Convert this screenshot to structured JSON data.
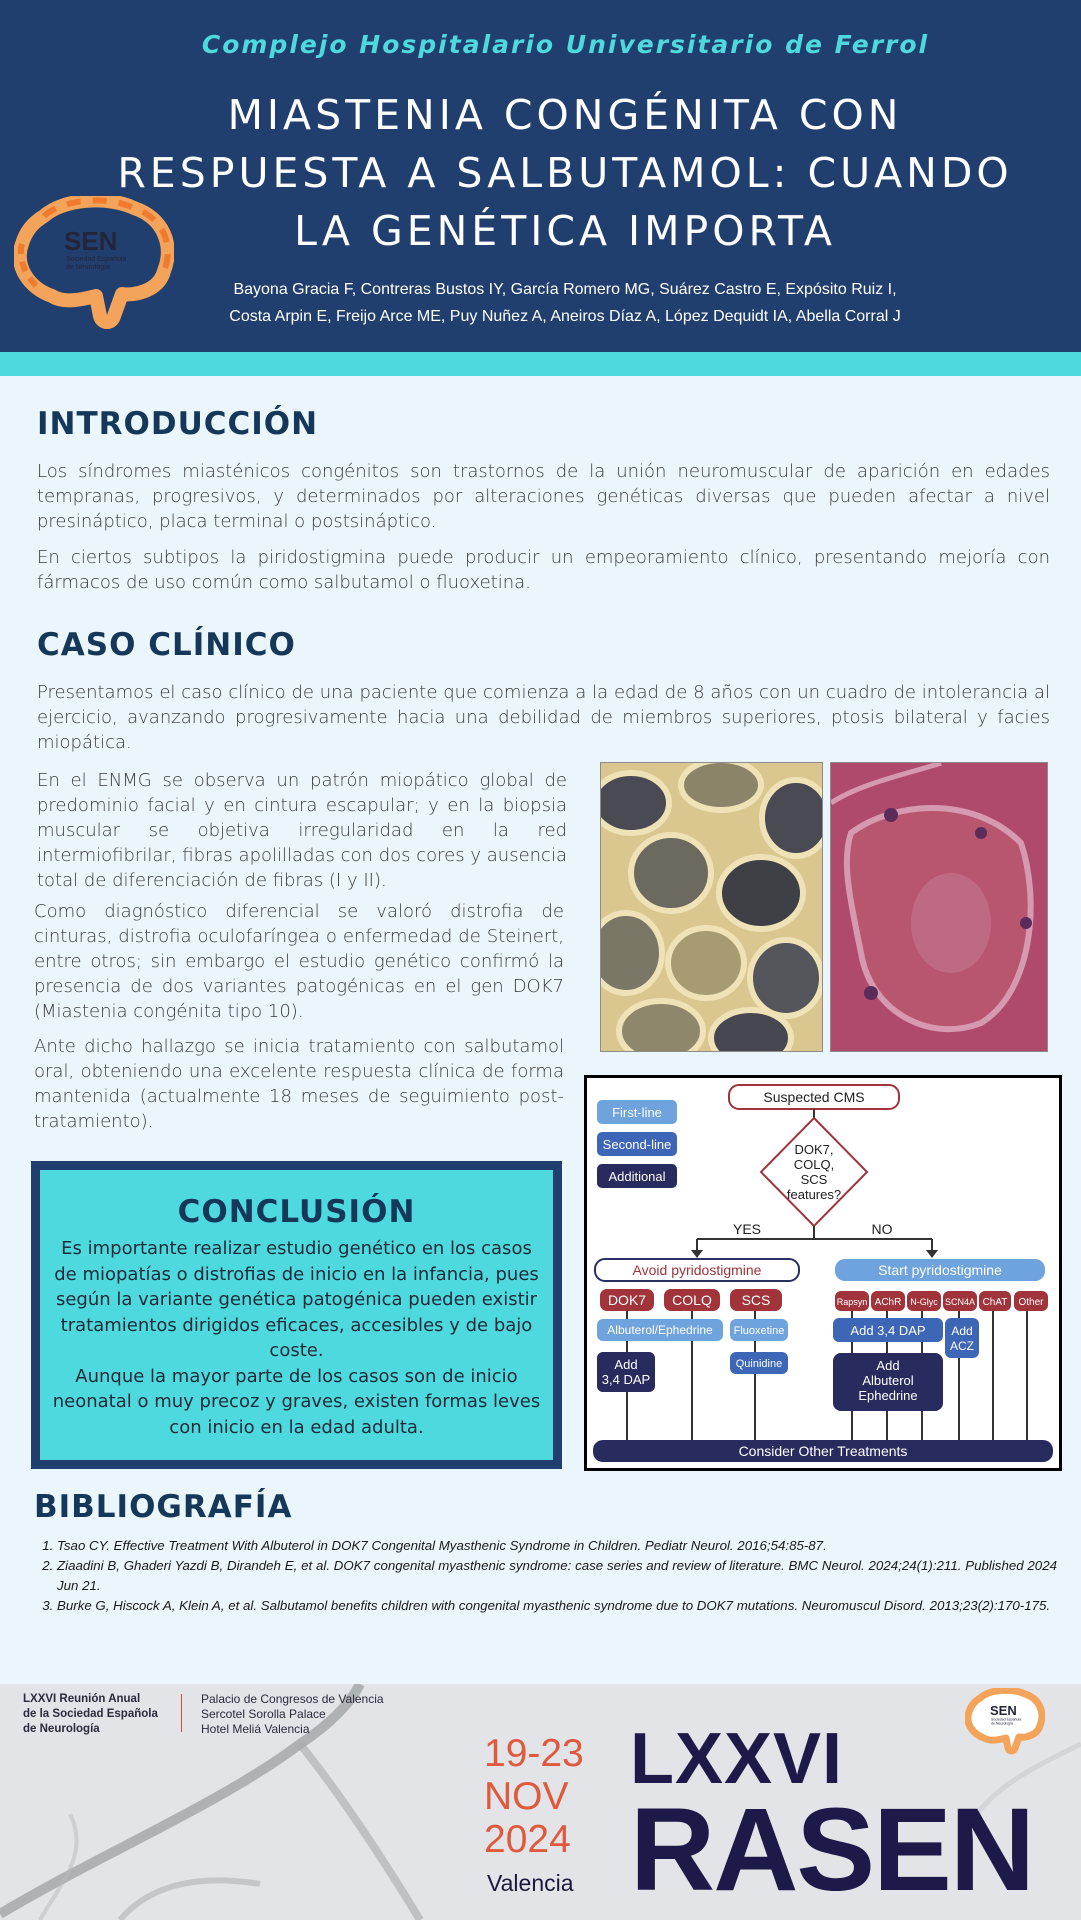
{
  "header": {
    "hospital": "Complejo Hospitalario Universitario de Ferrol",
    "title": "MIASTENIA CONGÉNITA CON RESPUESTA A SALBUTAMOL: CUANDO LA GENÉTICA IMPORTA",
    "authors_line1": "Bayona Gracia F, Contreras Bustos IY, García Romero MG, Suárez Castro E, Expósito Ruiz I,",
    "authors_line2": "Costa Arpin E, Freijo Arce ME, Puy Nuñez A, Aneiros Díaz A, López Dequidt IA, Abella Corral J"
  },
  "logo": {
    "name": "SEN",
    "sub": "Sociedad Española de Neurología"
  },
  "intro": {
    "title": "INTRODUCCIÓN",
    "p1": "Los síndromes miasténicos congénitos son trastornos de la unión neuromuscular de aparición en edades tempranas, progresivos, y determinados por alteraciones genéticas diversas que pueden afectar a nivel presináptico, placa terminal o postsináptico.",
    "p2": "En ciertos subtipos la piridostigmina puede producir un empeoramiento clínico, presentando mejoría con fármacos de uso común como salbutamol o fluoxetina."
  },
  "case": {
    "title": "CASO CLÍNICO",
    "p1": "Presentamos el caso clínico de una paciente que comienza a la edad de 8 años con un cuadro de intolerancia al ejercicio, avanzando progresivamente hacia una debilidad de miembros superiores, ptosis bilateral y facies miopática.",
    "p2": "En el ENMG se observa un patrón miopático global de predominio facial y en cintura escapular; y en la biopsia muscular se objetiva irregularidad en la red intermiofibrilar, fibras apolilladas con dos cores y ausencia total de diferenciación de fibras (I y II).",
    "p3": "Como diagnóstico diferencial se valoró distrofia de cinturas, distrofia oculofaríngea o enfermedad de Steinert, entre otros; sin embargo el estudio genético confirmó la presencia de dos variantes patogénicas en el gen DOK7 (Miastenia congénita tipo 10).",
    "p4": "Ante dicho hallazgo se inicia tratamiento con salbutamol oral, obteniendo una excelente respuesta clínica de forma mantenida (actualmente 18 meses de seguimiento post-tratamiento)."
  },
  "conclusion": {
    "title": "CONCLUSIÓN",
    "p1": "Es importante realizar estudio genético en los casos de miopatías o distrofias de inicio en la infancia, pues según la variante genética patogénica pueden existir tratamientos dirigidos eficaces, accesibles y de bajo coste.",
    "p2": "Aunque la mayor parte de los casos son de inicio neonatal o muy precoz y graves, existen formas leves con inicio en la edad adulta."
  },
  "flowchart": {
    "legend": [
      "First-line",
      "Second-line",
      "Additional"
    ],
    "top": "Suspected CMS",
    "diamond": [
      "DOK7,",
      "COLQ,",
      "SCS",
      "features?"
    ],
    "yes": "YES",
    "no": "NO",
    "left_header": "Avoid pyridostigmine",
    "right_header": "Start pyridostigmine",
    "left_genes": [
      "DOK7",
      "COLQ",
      "SCS"
    ],
    "right_genes": [
      "Rapsyn",
      "AChR",
      "N-Glyc",
      "SCN4A",
      "ChAT",
      "Other"
    ],
    "albuterol_ephedrine": "Albuterol/Ephedrine",
    "fluoxetine": "Fluoxetine",
    "quinidine": "Quinidine",
    "add_dap_left": [
      "Add",
      "3,4 DAP"
    ],
    "add_dap_right": "Add 3,4 DAP",
    "add_acz": [
      "Add",
      "ACZ"
    ],
    "add_albuterol": [
      "Add",
      "Albuterol",
      "Ephedrine"
    ],
    "bottom": "Consider Other Treatments"
  },
  "biblio": {
    "title": "BIBLIOGRAFÍA",
    "items": [
      "Tsao CY. Effective Treatment With Albuterol in DOK7 Congenital Myasthenic Syndrome in Children. Pediatr Neurol. 2016;54:85-87.",
      "Ziaadini B, Ghaderi Yazdi B, Dirandeh E, et al. DOK7 congenital myasthenic syndrome: case series and review of literature. BMC Neurol. 2024;24(1):211. Published 2024 Jun 21.",
      "Burke G, Hiscock A, Klein A, et al. Salbutamol benefits children with congenital myasthenic syndrome due to DOK7 mutations. Neuromuscul Disord. 2013;23(2):170-175."
    ]
  },
  "footer": {
    "org": [
      "LXXVI Reunión Anual",
      "de la Sociedad Española",
      "de Neurología"
    ],
    "venues": [
      "Palacio de Congresos de Valencia",
      "Sercotel Sorolla Palace",
      "Hotel Meliá Valencia"
    ],
    "date": [
      "19-23",
      "NOV",
      "2024"
    ],
    "city": "Valencia",
    "edition": "LXXVI",
    "event": "RASEN"
  }
}
